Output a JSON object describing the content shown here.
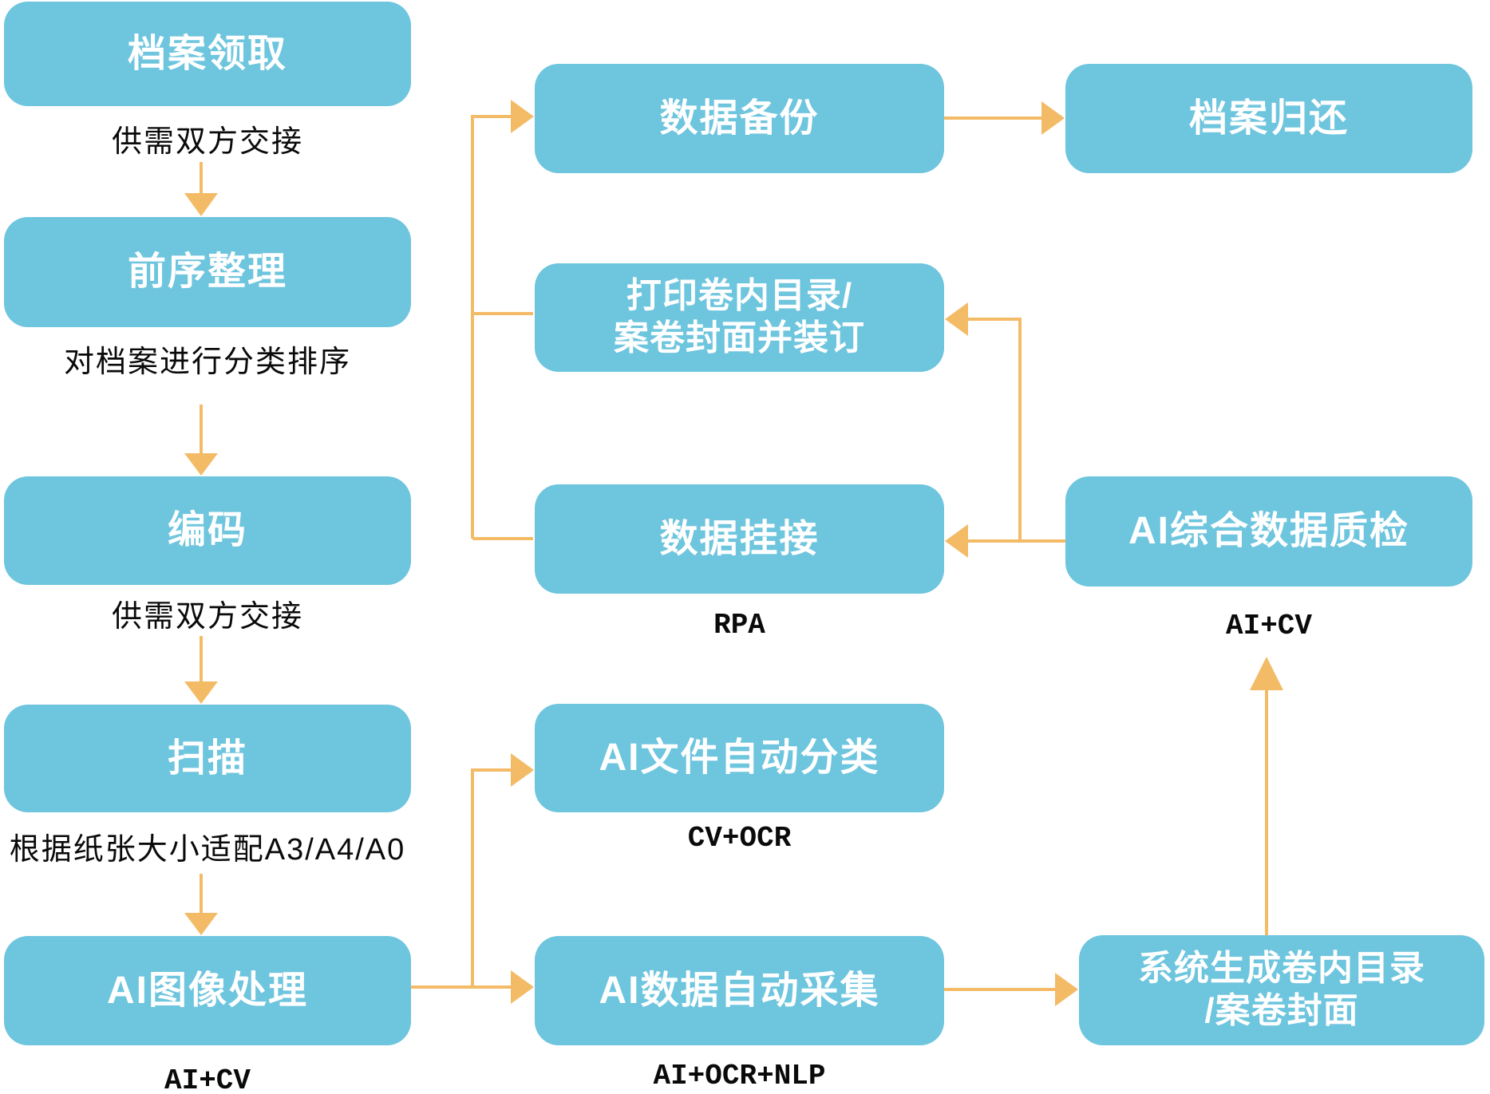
{
  "colors": {
    "box_fill": "#6EC5DE",
    "box_text": "#FFFFFF",
    "arrow": "#F4BB67",
    "caption_text": "#0A0A0A",
    "background": "#FFFFFF"
  },
  "nodes": {
    "archive_pickup": {
      "label": "档案领取",
      "caption": "供需双方交接"
    },
    "pre_sorting": {
      "label": "前序整理",
      "caption": "对档案进行分类排序"
    },
    "coding": {
      "label": "编码",
      "caption": "供需双方交接"
    },
    "scanning": {
      "label": "扫描",
      "caption": "根据纸张大小适配A3/A4/A0"
    },
    "ai_image_processing": {
      "label": "AI图像处理",
      "caption": "AI+CV"
    },
    "data_backup": {
      "label": "数据备份"
    },
    "print_binding": {
      "label_line1": "打印卷内目录/",
      "label_line2": "案卷封面并装订"
    },
    "data_mounting": {
      "label": "数据挂接",
      "caption": "RPA"
    },
    "ai_file_classification": {
      "label": "AI文件自动分类",
      "caption": "CV+OCR"
    },
    "ai_data_collection": {
      "label": "AI数据自动采集",
      "caption": "AI+OCR+NLP"
    },
    "archive_return": {
      "label": "档案归还"
    },
    "ai_quality_check": {
      "label": "AI综合数据质检",
      "caption": "AI+CV"
    },
    "system_generate": {
      "label_line1": "系统生成卷内目录",
      "label_line2": "/案卷封面"
    }
  }
}
